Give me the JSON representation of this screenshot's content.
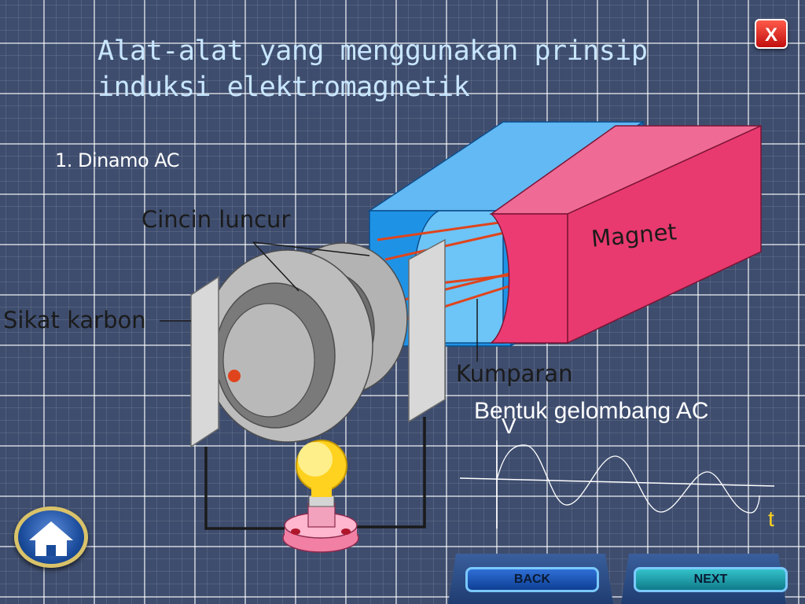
{
  "title": {
    "line1": "Alat-alat yang menggunakan prinsip",
    "line2": "induksi elektromagnetik"
  },
  "subtitle": "1. Dinamo AC",
  "close_label": "X",
  "diagram": {
    "cincin_luncur": "Cincin luncur",
    "sikat_karbon": "Sikat karbon",
    "magnet": "Magnet",
    "kumparan": "Kumparan"
  },
  "waveform": {
    "title": "Bentuk gelombang AC",
    "y_axis": "V",
    "x_axis": "t"
  },
  "nav": {
    "back_label": "BACK",
    "next_label": "NEXT"
  },
  "colors": {
    "magnet": "#ec3b73",
    "magnet_blue": "#1e93e6",
    "coil": "#e0441c",
    "title": "#c8e6ff"
  },
  "icons": {
    "home": "home-icon",
    "bulb": "lightbulb-icon"
  }
}
